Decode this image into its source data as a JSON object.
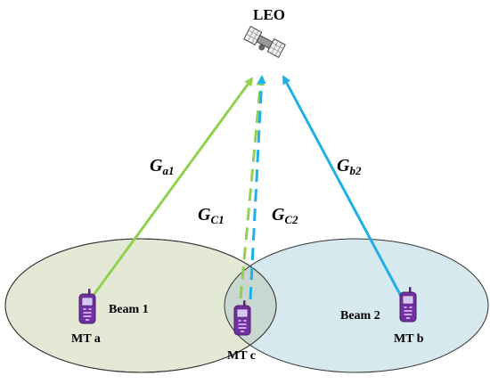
{
  "satellite": {
    "label": "LEO",
    "icon": "satellite-icon"
  },
  "beams": [
    {
      "label": "Beam 1",
      "fill": "#e3e9d4"
    },
    {
      "label": "Beam 2",
      "fill": "#d6e9ef"
    }
  ],
  "terminals": [
    {
      "label": "MT a",
      "icon": "mobile-phone-icon"
    },
    {
      "label": "MT b",
      "icon": "mobile-phone-icon"
    },
    {
      "label": "MT c",
      "icon": "mobile-phone-icon"
    }
  ],
  "links": [
    {
      "main": "G",
      "sub": "a1",
      "color": "#92d050",
      "style": "solid"
    },
    {
      "main": "G",
      "sub": "b2",
      "color": "#1fb1e6",
      "style": "solid"
    },
    {
      "main": "G",
      "sub": "C1",
      "color": "#92d050",
      "style": "dashed"
    },
    {
      "main": "G",
      "sub": "C2",
      "color": "#1fb1e6",
      "style": "dashed"
    }
  ],
  "colors": {
    "green_link": "#92d050",
    "blue_link": "#1fb1e6",
    "phone": "#7030a0",
    "outline": "#333333"
  }
}
